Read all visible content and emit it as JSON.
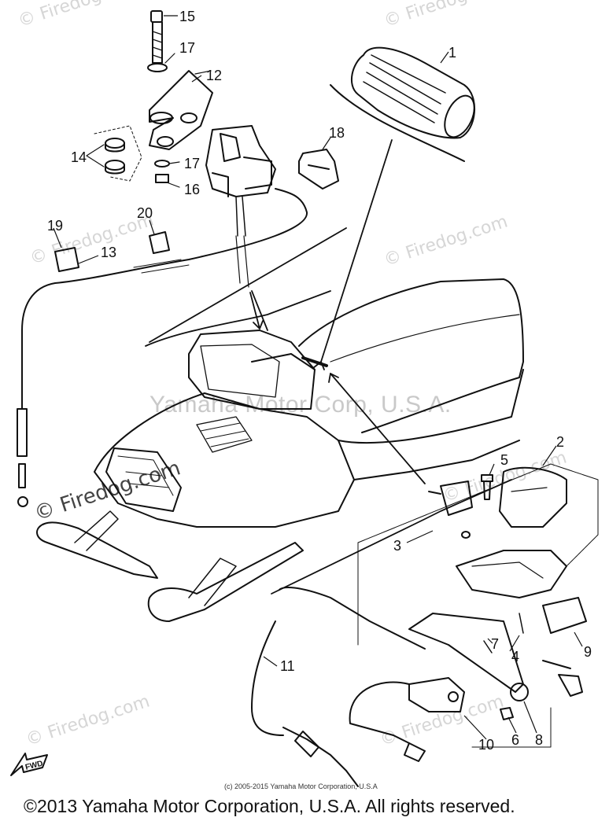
{
  "watermarks": {
    "firedog": "© Firedog.com",
    "center": "Yamaha Motor Corp, U.S.A."
  },
  "labels": [
    "1",
    "2",
    "3",
    "4",
    "5",
    "6",
    "7",
    "8",
    "9",
    "10",
    "11",
    "12",
    "13",
    "14",
    "15",
    "16",
    "17",
    "17",
    "18",
    "19",
    "20"
  ],
  "fwd_label": "FWD",
  "small_copyright": "(c) 2005-2015 Yamaha Motor Corporation, U.S.A",
  "copyright": "©2013 Yamaha Motor Corporation, U.S.A. All rights reserved.",
  "colors": {
    "ink": "#111111",
    "watermark": "#d0d0d0",
    "background": "#ffffff"
  }
}
